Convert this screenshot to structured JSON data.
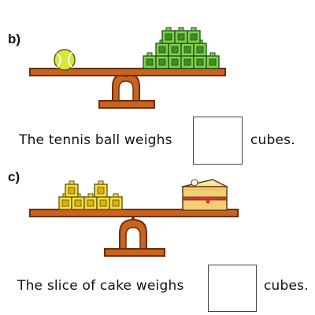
{
  "questions": [
    {
      "label": "b)",
      "sentence_before": "The tennis ball weighs",
      "answer_value": "",
      "sentence_after": "cubes.",
      "left_pan_item": "tennis-ball",
      "right_pan_item": "green-linking-cubes"
    },
    {
      "label": "c)",
      "sentence_before": "The slice of cake weighs",
      "answer_value": "",
      "sentence_after": "cubes.",
      "left_pan_item": "yellow-linking-cubes",
      "right_pan_item": "cake-slice"
    }
  ],
  "colors": {
    "beam": "#c8641e",
    "beam_outline": "#6b2f0a",
    "green_cube": "#7fd14a",
    "yellow_cube": "#f5de3a",
    "tennis_ball": "#d8e83a",
    "cake_sponge": "#f3cf70",
    "cake_jam": "#d9334a"
  }
}
